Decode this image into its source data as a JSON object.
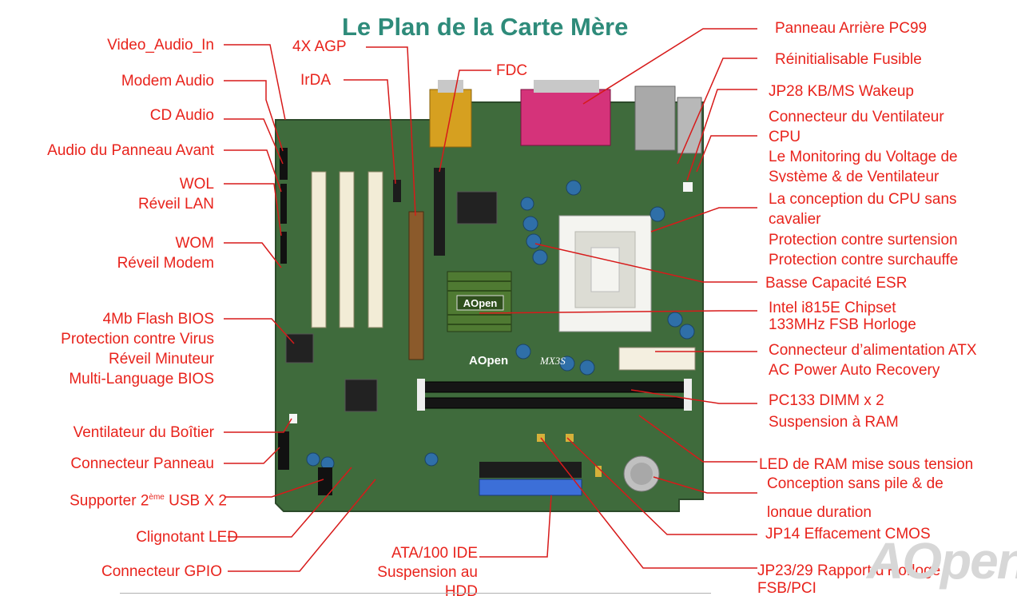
{
  "title": "Le Plan de la Carte Mère",
  "watermark": "AOpen",
  "board": {
    "brand": "AOpen",
    "model": "MX3S",
    "chip_brand": "AOpen"
  },
  "colors": {
    "label": "#e8231c",
    "title": "#2e8b7a",
    "pcb": "#3f6b3c"
  },
  "left_labels": {
    "video_audio_in": "Video_Audio_In",
    "modem_audio": "Modem Audio",
    "cd_audio": "CD Audio",
    "front_audio": "Audio du Panneau Avant",
    "wol": "WOL",
    "wol_sub": "Réveil LAN",
    "wom": "WOM",
    "wom_sub": "Réveil Modem",
    "bios_1": "4Mb Flash BIOS",
    "bios_2": "Protection contre Virus",
    "bios_3": "Réveil Minuteur",
    "bios_4": "Multi-Language BIOS",
    "case_fan": "Ventilateur du Boîtier",
    "panel": "Connecteur Panneau",
    "usb_pre": "Supporter 2",
    "usb_sup": "ème",
    "usb_post": " USB X 2",
    "led_blink": "Clignotant LED",
    "gpio": "Connecteur GPIO"
  },
  "top_labels": {
    "agp": "4X AGP",
    "irda": "IrDA",
    "fdc": "FDC"
  },
  "bottom_labels": {
    "ide_1": "ATA/100 IDE",
    "ide_2": "Suspension au",
    "ide_3": "HDD"
  },
  "right_labels": {
    "rear_panel": "Panneau Arrière PC99",
    "fuse": "Réinitialisable Fusible",
    "jp28": "JP28 KB/MS Wakeup",
    "cpu_fan_1": "Connecteur du Ventilateur",
    "cpu_fan_2": "CPU",
    "cpu_fan_3": "Le Monitoring du Voltage de",
    "cpu_fan_4": "Système & de Ventilateur",
    "jumperless_1": "La conception du CPU sans",
    "jumperless_2": "cavalier",
    "jumperless_3": "Protection contre surtension",
    "jumperless_4": "Protection contre surchauffe",
    "esr": "Basse Capacité ESR",
    "chipset_1": "Intel i815E Chipset",
    "chipset_2": "133MHz FSB Horloge",
    "atx_1": "Connecteur d’alimentation ATX",
    "atx_2": "AC Power Auto Recovery",
    "dimm_1": "PC133 DIMM x 2",
    "dimm_2": "Suspension à RAM",
    "ram_led": "LED de RAM mise sous tension",
    "battery_1": "Conception sans pile & de",
    "battery_2": "longue duration",
    "jp14": "JP14 Effacement CMOS",
    "jp23_1": "JP23/29 Rapport d’Horloge",
    "jp23_2": "FSB/PCI"
  }
}
